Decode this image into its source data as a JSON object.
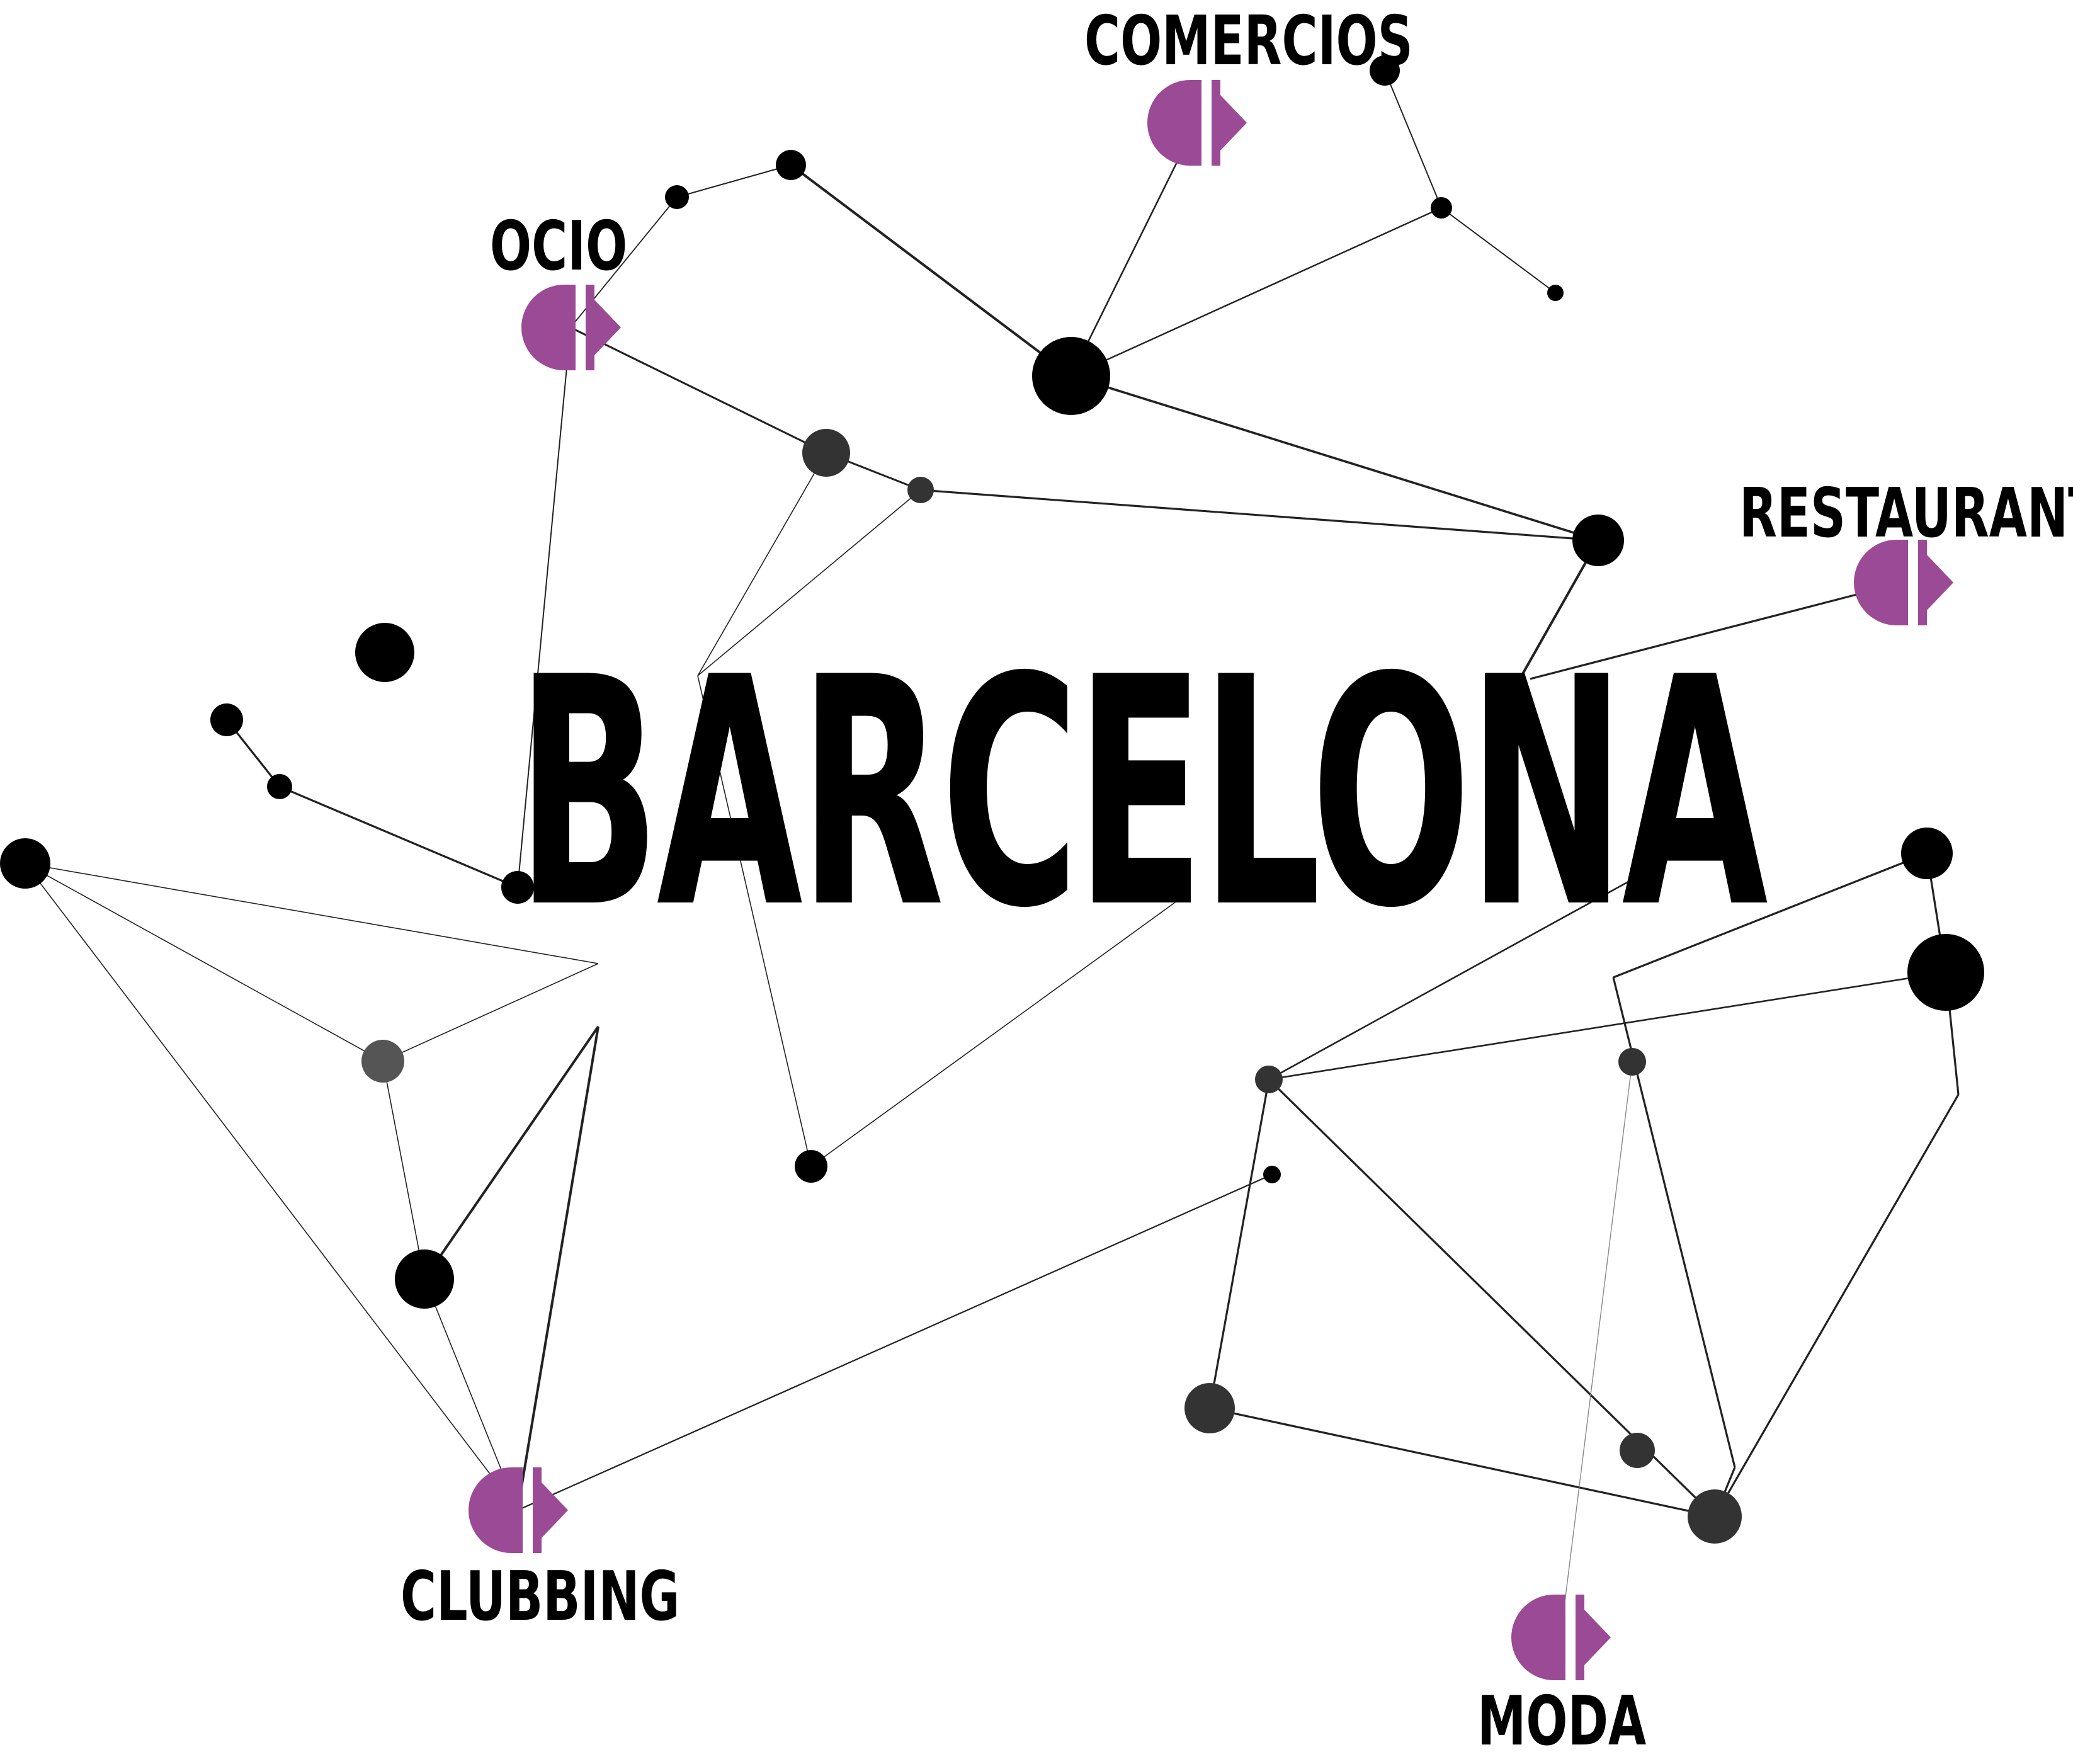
{
  "title": "BARCELONA",
  "categories": [
    {
      "id": "comercios",
      "label": "COMERCIOS"
    },
    {
      "id": "ocio",
      "label": "OCIO"
    },
    {
      "id": "restaurantes",
      "label": "RESTAURANTES"
    },
    {
      "id": "clubbing",
      "label": "CLUBBING"
    },
    {
      "id": "moda",
      "label": "MODA"
    }
  ],
  "colors": {
    "accent": "#9b4a96",
    "node_black": "#000000",
    "node_dark": "#333333",
    "node_gray": "#555555",
    "line": "#222222",
    "background": "#ffffff"
  },
  "icon": "play-button-icon"
}
